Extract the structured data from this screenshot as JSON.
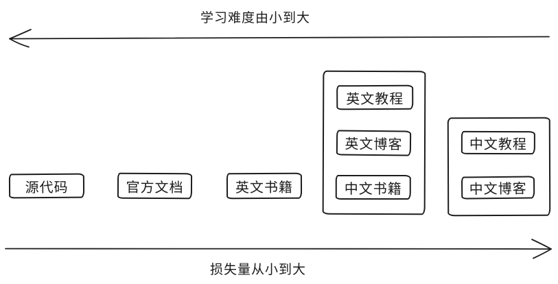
{
  "diagram": {
    "colors": {
      "background": "#ffffff",
      "ink": "#1c1c1c"
    },
    "top_axis": {
      "label": "学习难度由小到大",
      "arrow_direction": "left"
    },
    "bottom_axis": {
      "label": "损失量从小到大",
      "arrow_direction": "right"
    },
    "nodes": [
      "源代码",
      "官方文档",
      "英文书籍"
    ],
    "groups": [
      {
        "items": [
          "英文教程",
          "英文博客",
          "中文书籍"
        ]
      },
      {
        "items": [
          "中文教程",
          "中文博客"
        ]
      }
    ]
  }
}
